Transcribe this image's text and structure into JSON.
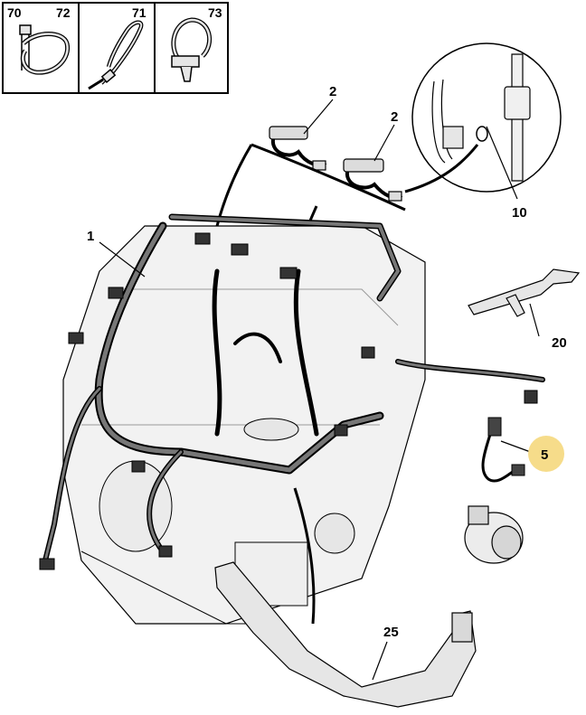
{
  "legend": {
    "cells": [
      {
        "left": "70",
        "right": "72"
      },
      {
        "left": "",
        "right": "71"
      },
      {
        "left": "",
        "right": "73"
      }
    ]
  },
  "callouts": {
    "c1": "1",
    "c2a": "2",
    "c2b": "2",
    "c10": "10",
    "c20": "20",
    "c5": "5",
    "c25": "25"
  },
  "colors": {
    "line": "#000000",
    "part": "#e6e6e6",
    "harness": "#555555",
    "highlight": "#f6dc8a"
  }
}
